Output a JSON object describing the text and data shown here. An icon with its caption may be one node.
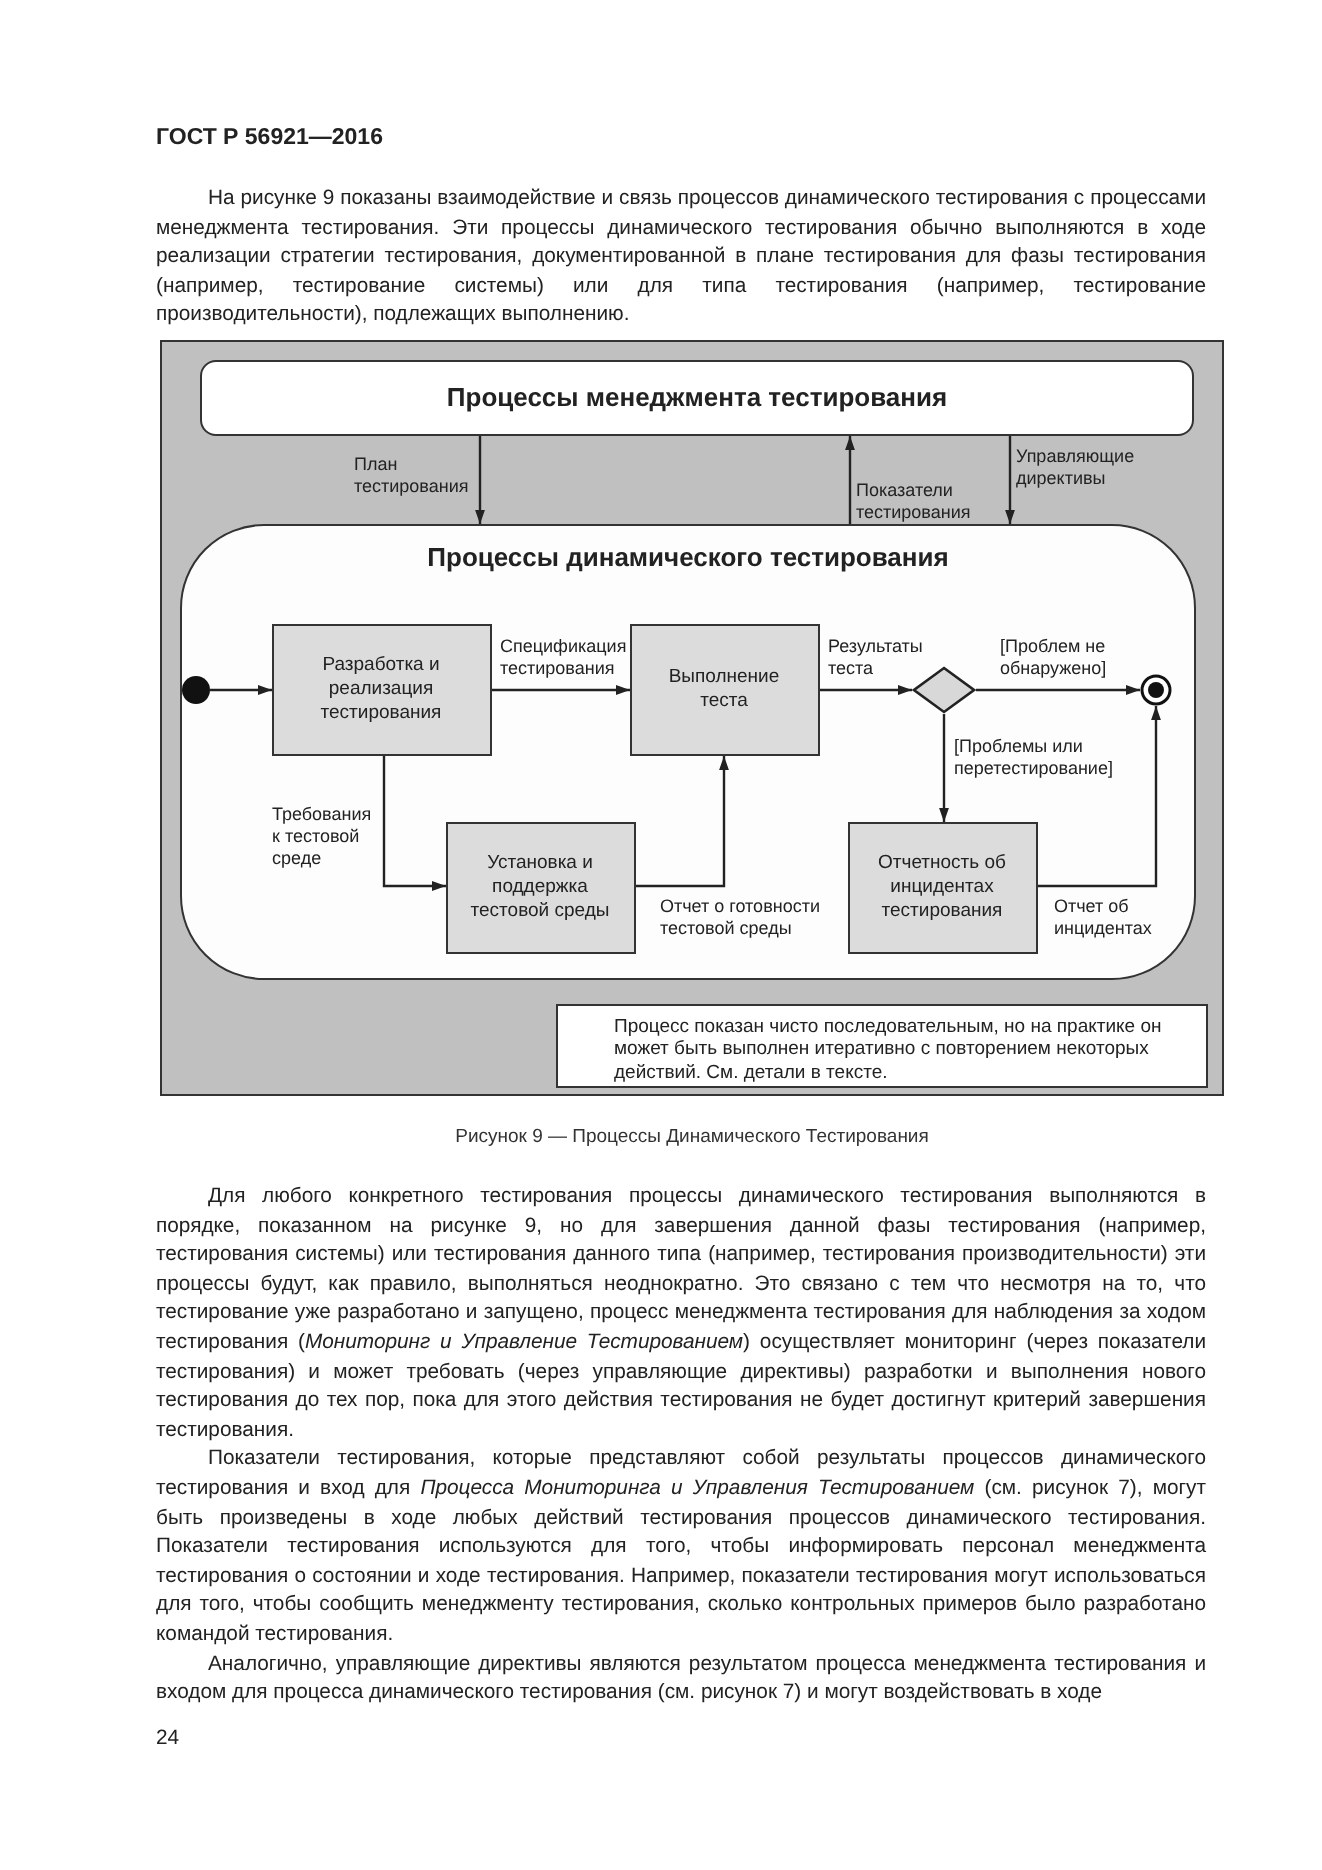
{
  "diagram": {
    "caption": "Рисунок 9 — Процессы Динамического Тестирования",
    "nodes": [
      {
        "text": [
          "Процессы менеджмента тестирования"
        ]
      },
      {
        "text": [
          "Процессы динамического тестирования"
        ]
      },
      {
        "text": [],
        "shape": "circle",
        "in": 1
      },
      {
        "text": [
          "Разработка и реализация тестирования"
        ],
        "in": 1
      },
      {
        "text": [
          "Выполнение теста"
        ],
        "in": 1
      },
      {
        "text": [],
        "shape": "diamond",
        "in": 1
      },
      {
        "text": [],
        "shape": "circle",
        "in": 1
      },
      {
        "text": [
          "Установка и поддержка тестовой среды"
        ],
        "in": 1
      },
      {
        "text": [
          "Отчетность об инцидентах тестирования"
        ],
        "in": 1
      },
      {
        "text": [
          "Процесс показан чисто последовательным, но на практике он может быть выполнен итеративно с повторением некоторых действий. См. детали в тексте."
        ]
      }
    ],
    "edges": [
      {
        "from": 0,
        "to": 1,
        "arrow": "to",
        "label": "План тестирования"
      },
      {
        "from": 1,
        "to": 0,
        "arrow": "to",
        "label": "Показатели тестирования"
      },
      {
        "from": 0,
        "to": 1,
        "arrow": "to",
        "label": "Управляющие директивы"
      },
      {
        "from": 2,
        "to": 3,
        "arrow": "to"
      },
      {
        "from": 3,
        "to": 4,
        "arrow": "to",
        "label": "Спецификация тестирования"
      },
      {
        "from": 3,
        "to": 7,
        "arrow": "to",
        "label": "Требования к тестовой среде"
      },
      {
        "from": 7,
        "to": 4,
        "arrow": "to",
        "label": "Отчет о готовности тестовой среды"
      },
      {
        "from": 4,
        "to": 5,
        "arrow": "to",
        "label": "Результаты теста"
      },
      {
        "from": 5,
        "to": 6,
        "arrow": "to",
        "label": "[Проблем не обнаружено]"
      },
      {
        "from": 5,
        "to": 8,
        "arrow": "to",
        "label": "[Проблемы или перетестирование]"
      },
      {
        "from": 8,
        "to": 6,
        "arrow": "to",
        "label": "Отчет об инцидентах"
      }
    ],
    "labels": [
      "ГОСТ Р 56921—2016",
      "На рисунке 9 показаны взаимодействие и связь процессов динамического тестирования с процессами менеджмента тестирования. Эти процессы динамического тестирования обычно выполняются в ходе реализации стратегии тестирования, документированной в плане тестирования для фазы тестирования (например, тестирование системы) или для типа тестирования (например, тестирование производительности), подлежащих выполнению.",
      "Для любого конкретного тестирования процессы динамического тестирования выполняются в порядке, показанном на рисунке 9, но для завершения данной фазы тестирования (например, тестирования системы) или тестирования данного типа (например, тестирования производительности) эти процессы будут, как правило, выполняться неоднократно. Это связано с тем что несмотря на то, что тестирование уже разработано и запущено, процесс менеджмента тестирования для наблюдения за ходом тестирования (*Мониторинг и Управление Тестированием*) осуществляет мониторинг (через показатели тестирования) и может требовать (через управляющие директивы) разработки и выполнения нового тестирования до тех пор, пока для этого действия тестирования не будет достигнут критерий завершения тестирования.",
      "Показатели тестирования, которые представляют собой результаты процессов динамического тестирования и вход для *Процесса Мониторинга и Управления Тестированием* (см. рисунок 7), могут быть произведены в ходе любых действий тестирования процессов динамического тестирования. Показатели тестирования используются для того, чтобы информировать персонал менеджмента тестирования о состоянии и ходе тестирования. Например, показатели тестирования могут использоваться для того, чтобы сообщить менеджменту тестирования, сколько контрольных примеров было разработано командой тестирования.",
      "Аналогично, управляющие директивы являются результатом процесса менеджмента тестирования и входом для процесса динамического тестирования (см. рисунок 7) и могут воздействовать в ходе",
      "24"
    ]
  }
}
